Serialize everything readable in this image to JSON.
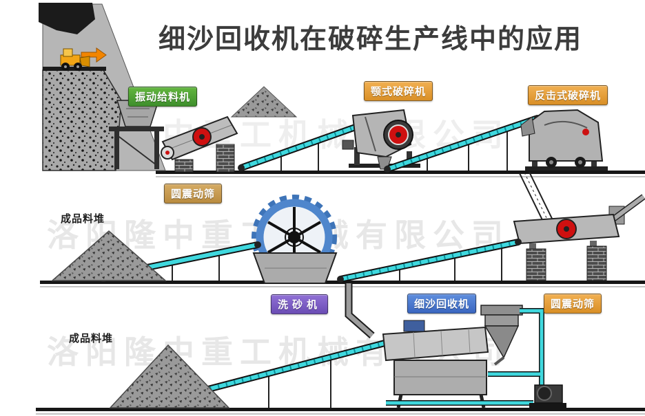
{
  "title": "细沙回收机在破碎生产线中的应用",
  "watermark": {
    "text": "洛阳隆中重工机械有限公司"
  },
  "labels": {
    "vibrating_feeder": "振动给料机",
    "jaw_crusher": "颚式破碎机",
    "impact_crusher": "反击式破碎机",
    "circular_screen_top": "圆震动筛",
    "product_pile_mid": "成品料堆",
    "sand_washer": "洗砂机",
    "fine_sand_recycler": "细沙回收机",
    "circular_screen_bottom": "圆震动筛",
    "product_pile_bottom": "成品料堆"
  },
  "colors": {
    "badge_green": "#4a9e33",
    "badge_orange": "#e39b35",
    "badge_tan": "#c79a52",
    "badge_purple": "#7a58c4",
    "badge_blue": "#4b7bd0",
    "belt_cyan": "#3fd8de",
    "accent_red": "#cf1010",
    "title_color": "#3c3c3c"
  }
}
